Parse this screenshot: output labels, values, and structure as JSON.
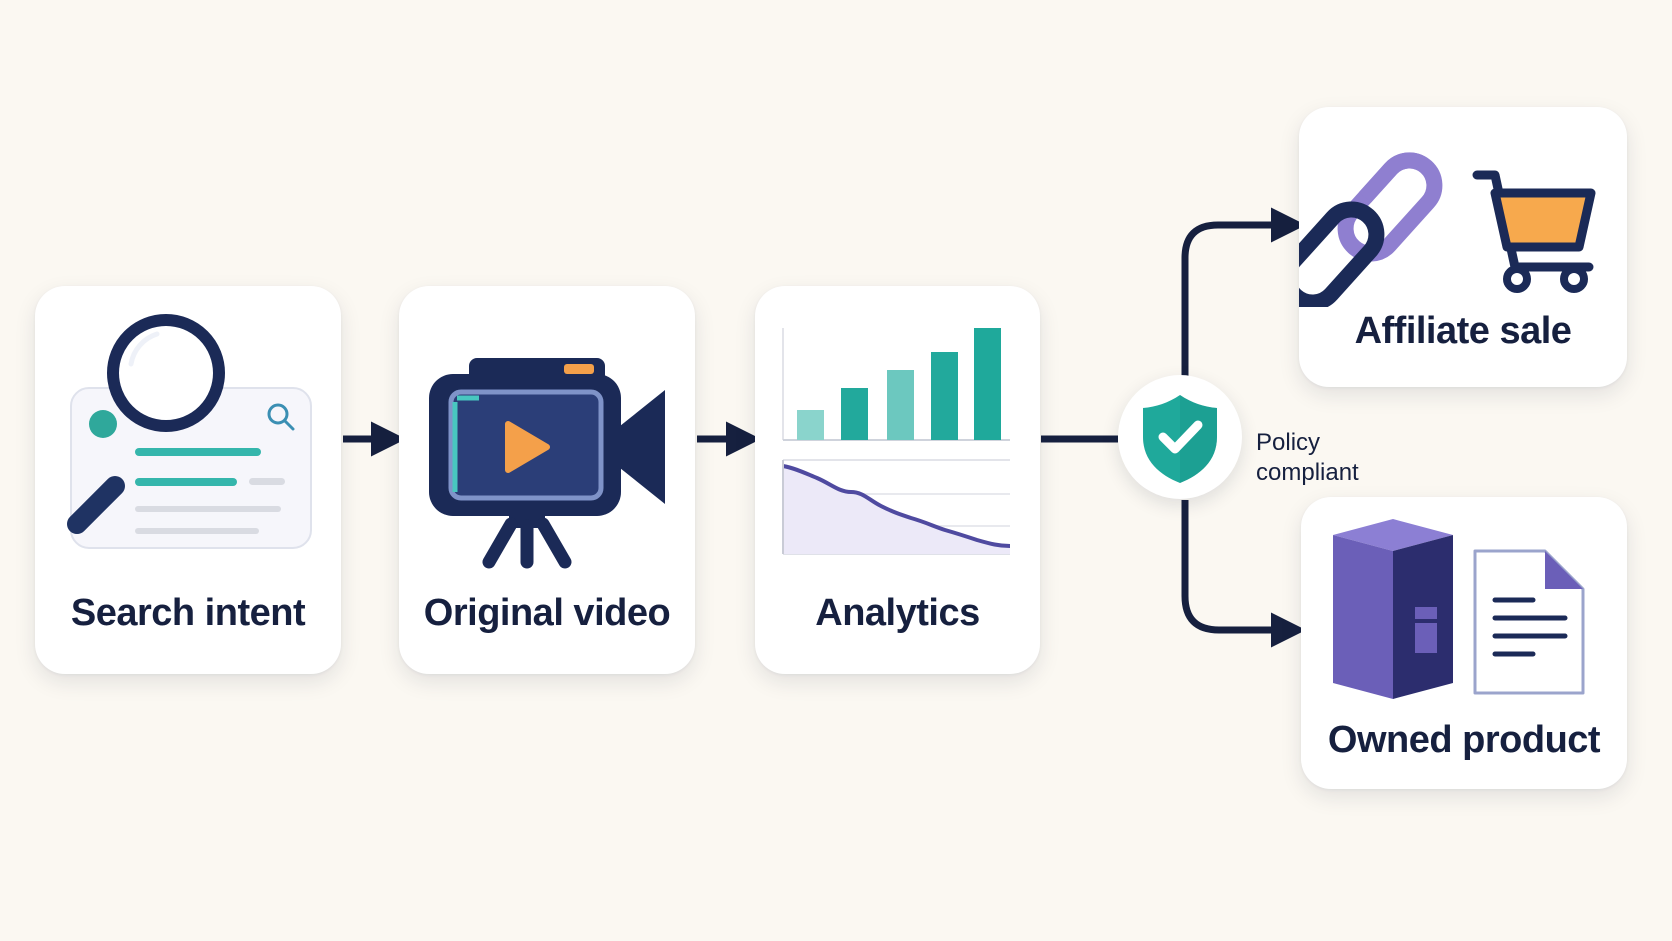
{
  "steps": {
    "search": {
      "label": "Search intent",
      "icon": "magnifier-search-results-icon"
    },
    "video": {
      "label": "Original video",
      "icon": "video-camera-play-icon"
    },
    "analytics": {
      "label": "Analytics",
      "icon": "bar-line-chart-icon"
    }
  },
  "policy": {
    "line1": "Policy",
    "line2": "compliant",
    "icon": "shield-check-icon"
  },
  "outcomes": {
    "affiliate": {
      "label": "Affiliate sale",
      "icons": [
        "link-icon",
        "shopping-cart-icon"
      ]
    },
    "owned": {
      "label": "Owned product",
      "icons": [
        "product-box-icon",
        "document-icon"
      ]
    }
  },
  "colors": {
    "navy": "#16203f",
    "teal": "#1fa99b",
    "purple": "#6b5fb8",
    "orange": "#f4a04a",
    "background": "#fbf8f2",
    "card": "#ffffff"
  }
}
